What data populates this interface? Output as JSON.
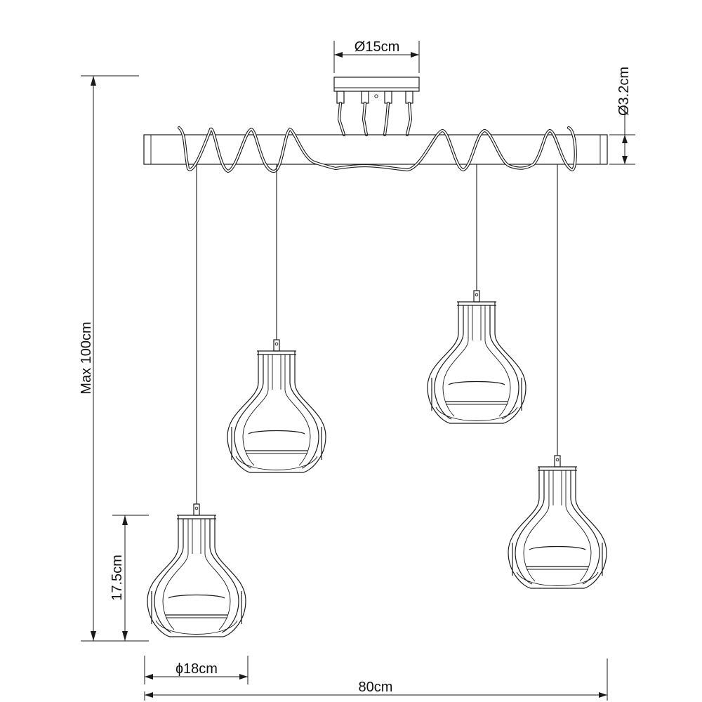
{
  "dimensions": {
    "canopy_diameter": "Ø15cm",
    "bar_diameter": "Ø3.2cm",
    "max_height": "Max 100cm",
    "shade_height": "17.5cm",
    "shade_diameter": "ɸ18cm",
    "total_width": "80cm"
  },
  "colors": {
    "line": "#1a1a1a",
    "background": "#ffffff"
  }
}
